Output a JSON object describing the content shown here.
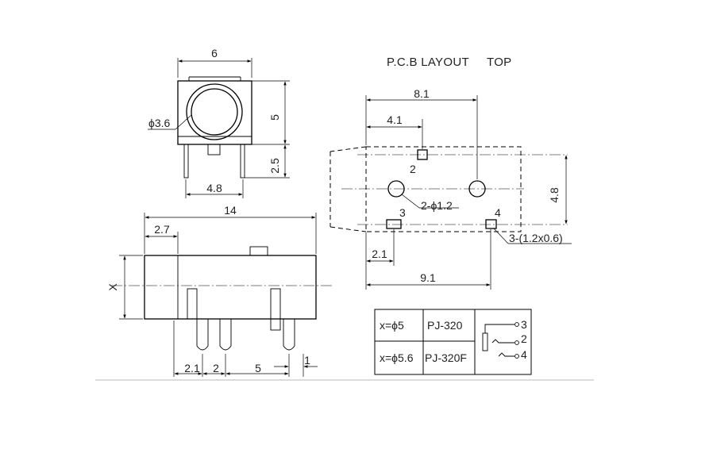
{
  "layout_title": "P.C.B LAYOUT",
  "layout_view": "TOP",
  "front_view": {
    "width_dim": "6",
    "height_dim": "5",
    "pin_dim": "2.5",
    "pin_span_dim": "4.8",
    "hole_dim": "ϕ3.6"
  },
  "side_view": {
    "length_dim": "14",
    "offset_dim": "2.7",
    "height_dim": "X",
    "pin_dims": [
      "2.1",
      "2",
      "5",
      "1"
    ]
  },
  "pcb": {
    "dim_81": "8.1",
    "dim_41": "4.1",
    "dim_48": "4.8",
    "dim_21": "2.1",
    "dim_91": "9.1",
    "hole_note": "2-ϕ1.2",
    "pad_note": "3-(1.2x0.6)",
    "pin_labels": [
      "2",
      "3",
      "4"
    ]
  },
  "table": {
    "rows": [
      {
        "x": "x=ϕ5",
        "model": "PJ-320"
      },
      {
        "x": "x=ϕ5.6",
        "model": "PJ-320F"
      }
    ],
    "schematic_pins": [
      "3",
      "2",
      "4"
    ]
  }
}
